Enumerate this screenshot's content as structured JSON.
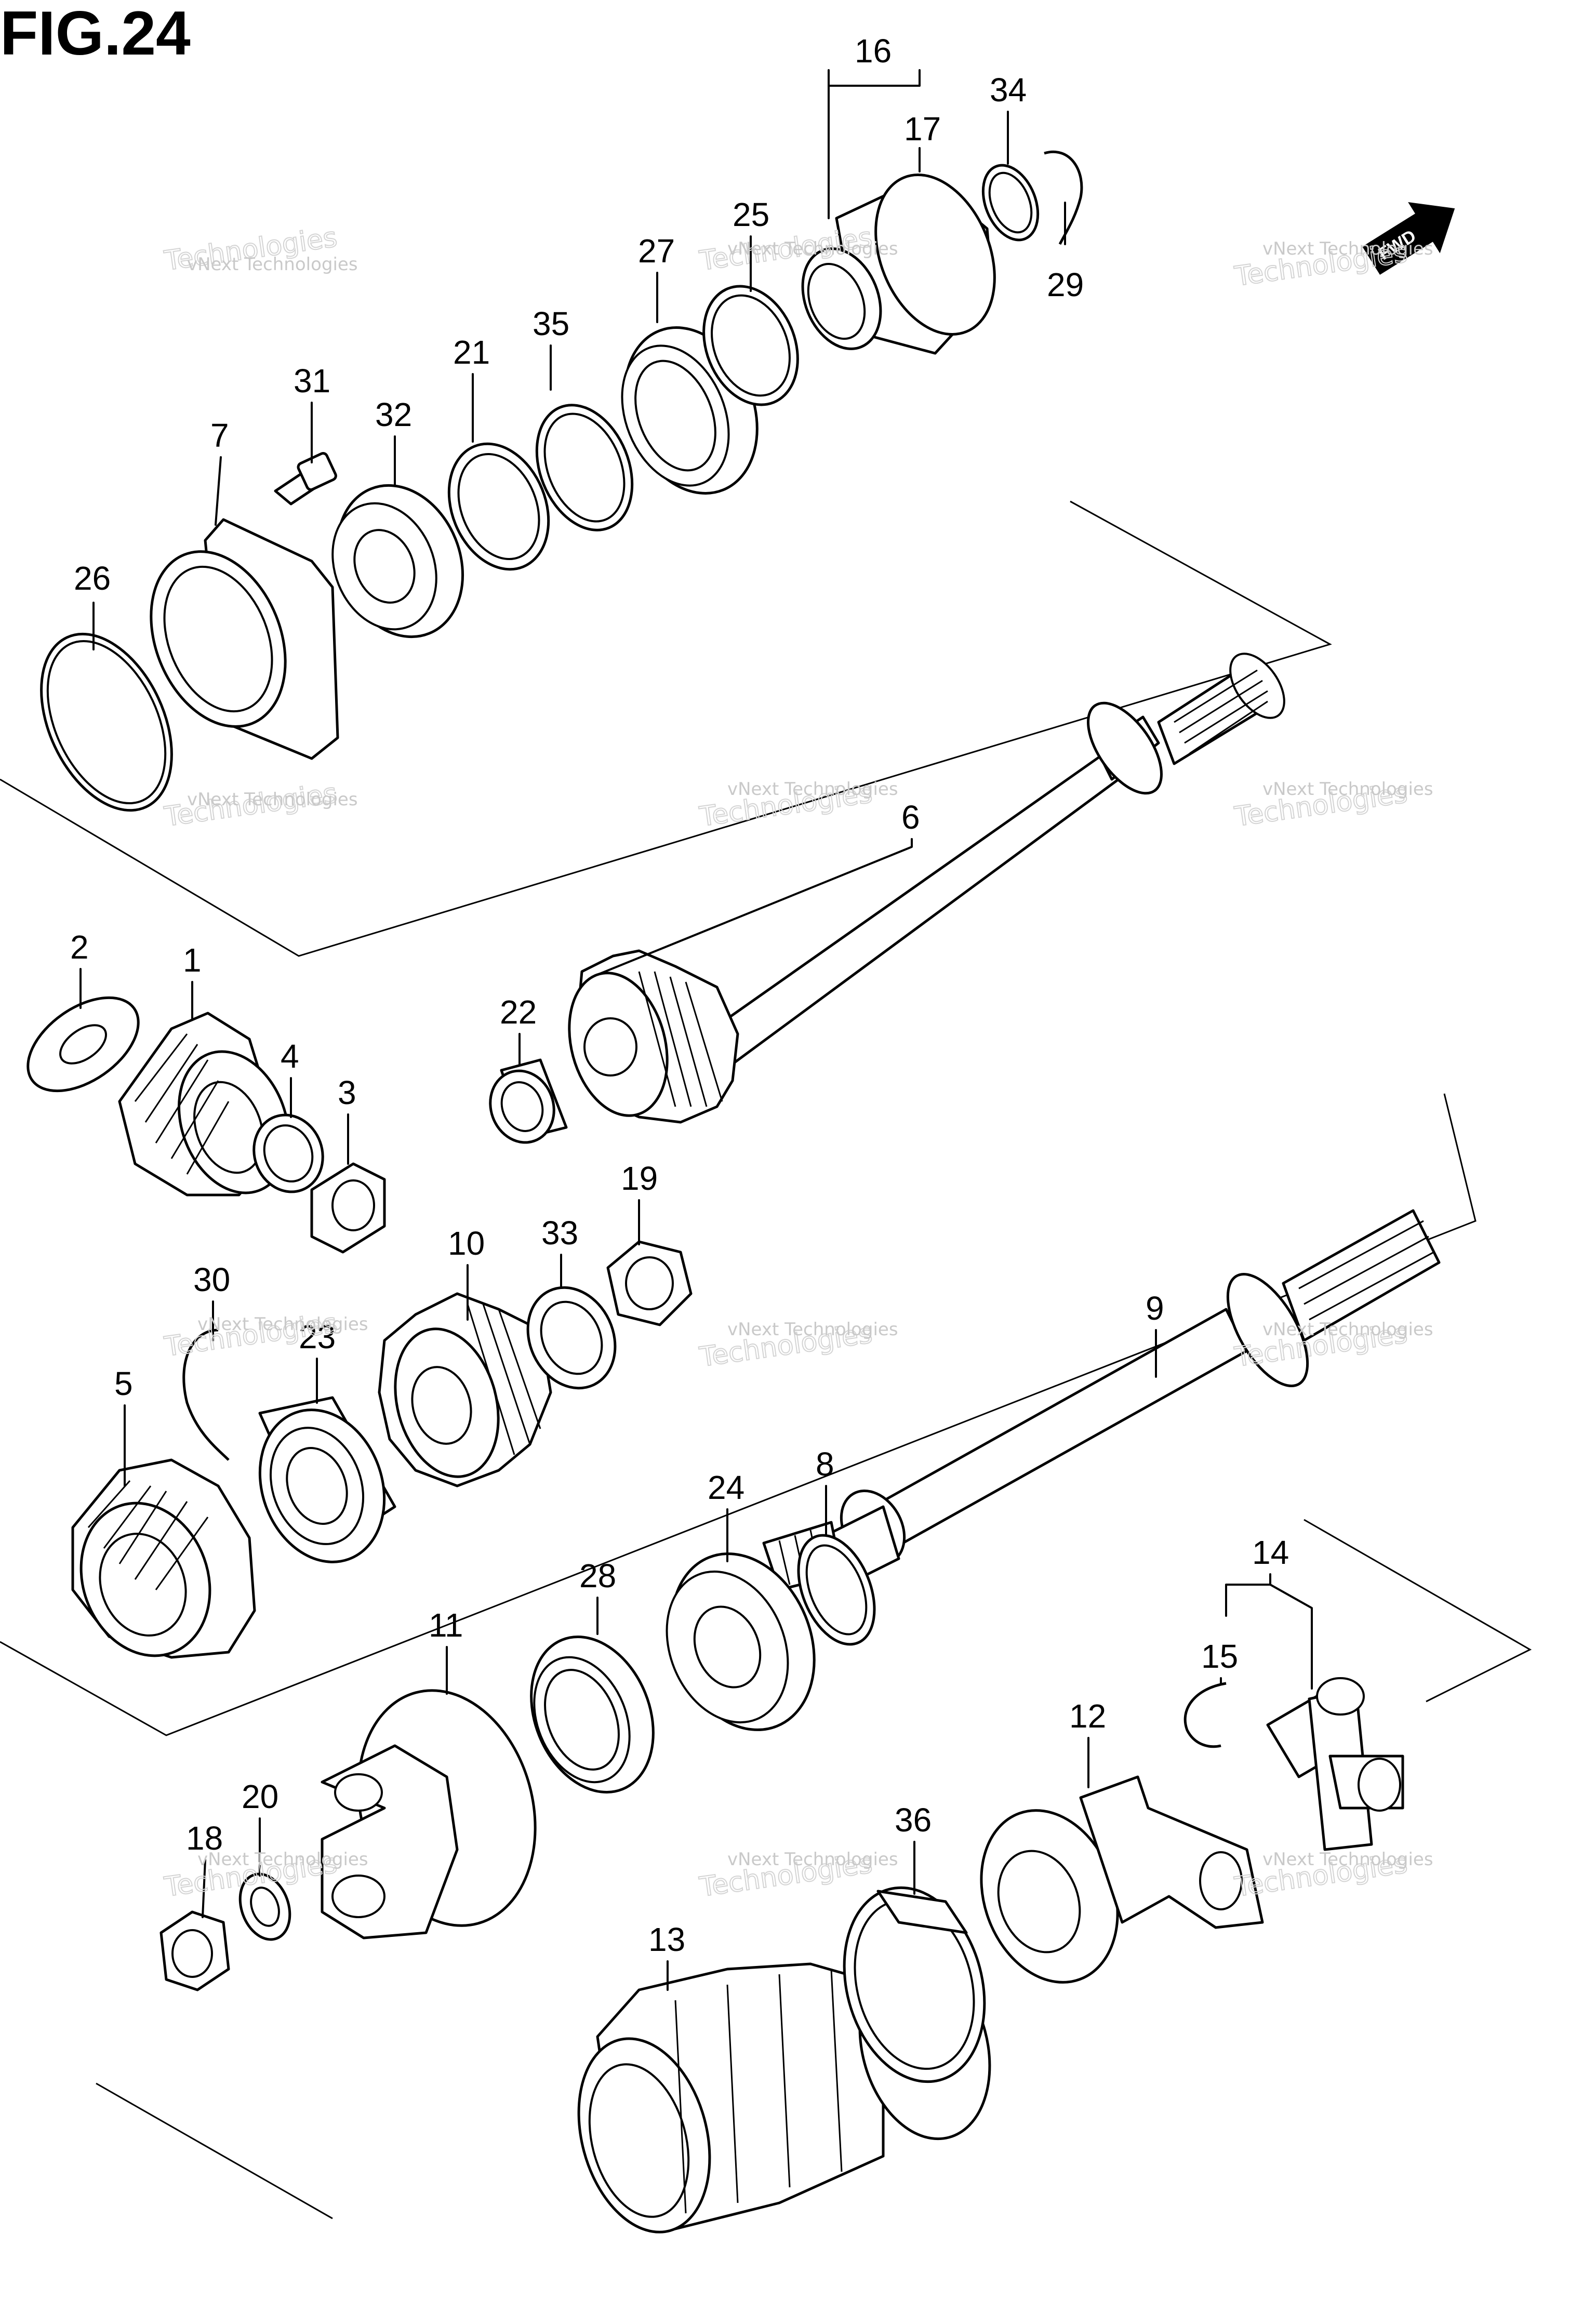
{
  "figure": {
    "title": "FIG.24",
    "direction_marker": "FWD",
    "direction_icon": "forward-arrow-icon"
  },
  "watermark": {
    "line1": "vNext Technologies",
    "line2": "Technologies"
  },
  "callouts": [
    "1",
    "2",
    "3",
    "4",
    "5",
    "6",
    "7",
    "8",
    "9",
    "10",
    "11",
    "12",
    "13",
    "14",
    "15",
    "16",
    "17",
    "18",
    "19",
    "20",
    "21",
    "22",
    "23",
    "24",
    "25",
    "26",
    "27",
    "28",
    "29",
    "30",
    "31",
    "32",
    "33",
    "34",
    "35",
    "36"
  ]
}
